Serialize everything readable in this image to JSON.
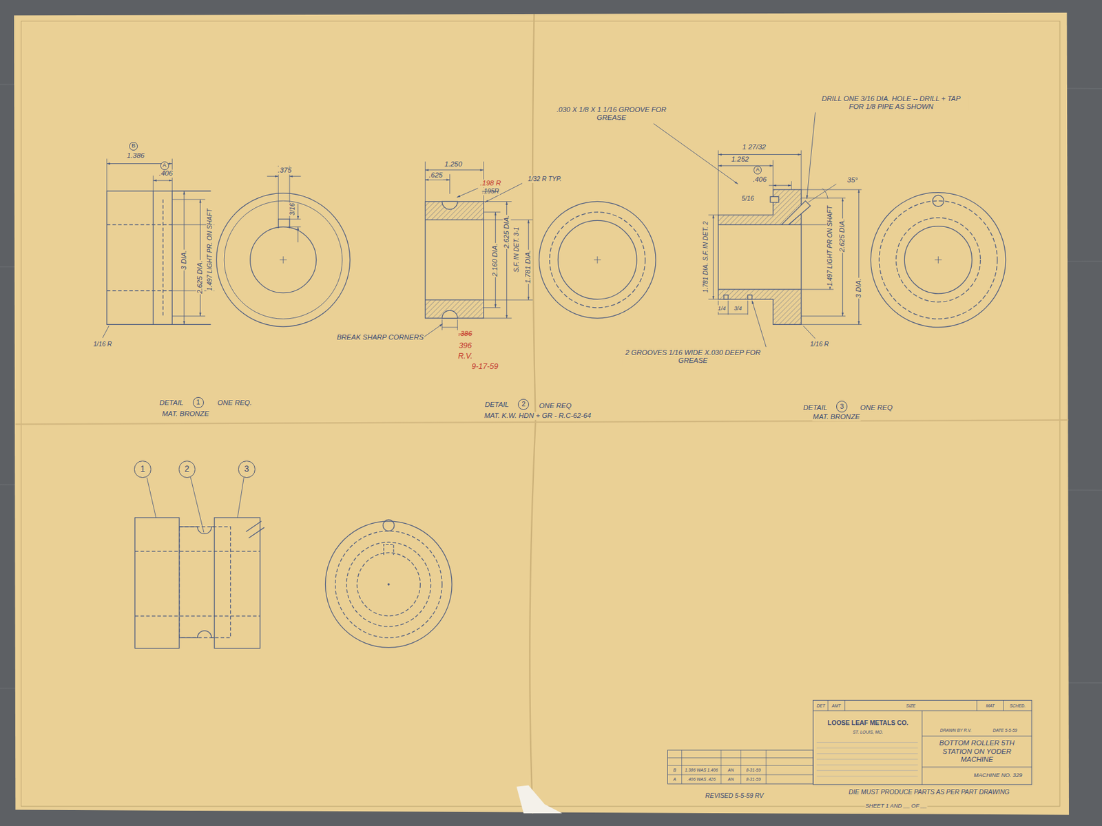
{
  "diagram": {
    "nodes": [
      {
        "text": [
          "B"
        ]
      },
      {
        "text": [
          "A"
        ]
      },
      {
        "text": [
          "A"
        ]
      },
      {
        "text": [
          "1"
        ]
      },
      {
        "text": [
          "2"
        ]
      },
      {
        "text": [
          "3"
        ]
      },
      {
        "text": [
          "1"
        ]
      },
      {
        "text": [
          "2"
        ]
      },
      {
        "text": [
          "3"
        ]
      }
    ],
    "labels": [
      "1.386",
      ".406",
      ".375",
      "3/16",
      "3 DIA.",
      "2.625 DIA.",
      "1.497 LIGHT PR. ON SHAFT",
      "1/16 R",
      "DETAIL",
      "ONE REQ.",
      "MAT. BRONZE",
      "1.250",
      ".625",
      ".198 R",
      ".195R",
      "1/32 R TYP.",
      "2.160 DIA.",
      "2.625 DIA.",
      "S.F. IN DET. 3-1",
      "1.781 DIA.",
      "BREAK SHARP CORNERS",
      ".386",
      "396",
      "R.V.",
      "9-17-59",
      "DETAIL",
      "ONE REQ",
      "MAT. K.W. HDN + GR - R.C-62-64",
      ".030 X 1/8 X 1 1/16 GROOVE FOR GREASE",
      "DRILL ONE 3/16 DIA. HOLE -- DRILL + TAP FOR 1/8 PIPE AS SHOWN",
      "1 27/32",
      "1.252",
      ".406",
      "5/16",
      "35°",
      "1.781 DIA. S.F. IN DET. 2",
      "1.497 LIGHT PR ON SHAFT",
      "2.625 DIA.",
      "3 DIA.",
      "1/4",
      "3/4",
      "1/16 R",
      "2 GROOVES 1/16 WIDE X.030 DEEP FOR GREASE",
      "DETAIL",
      "ONE REQ",
      "MAT. BRONZE",
      "DET",
      "AMT",
      "SIZE",
      "MAT",
      "SCHED.",
      "LOOSE LEAF METALS CO.",
      "ST. LOUIS, MO.",
      "DRAWN BY R.V.",
      "DATE 5-5-59",
      "BOTTOM ROLLER 5TH STATION ON YODER MACHINE",
      "MACHINE NO. 329",
      "B",
      "1.386 WAS 1.406",
      "AN",
      "8-31-59",
      "A",
      ".406 WAS .426",
      "AN",
      "8-31-59",
      "REVISED 5-5-59 RV",
      "DIE MUST PRODUCE PARTS AS PER PART DRAWING",
      "SHEET 1 AND __ OF __"
    ]
  }
}
